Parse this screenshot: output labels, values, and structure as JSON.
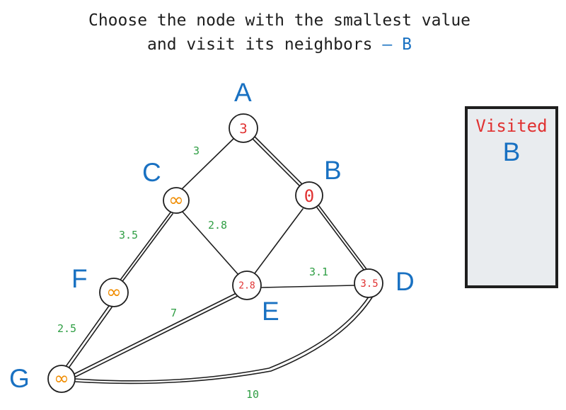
{
  "title": {
    "line1": "Choose the node with the smallest value",
    "line2": "and visit its neighbors",
    "dash": "–",
    "current": "B"
  },
  "visited": {
    "label": "Visited",
    "items": [
      "B"
    ]
  },
  "nodes": {
    "A": {
      "name": "A",
      "value": "3",
      "color": "#e03131"
    },
    "B": {
      "name": "B",
      "value": "0",
      "color": "#e03131"
    },
    "C": {
      "name": "C",
      "value": "∞",
      "color": "#f08c00"
    },
    "D": {
      "name": "D",
      "value": "3.5",
      "color": "#e03131"
    },
    "E": {
      "name": "E",
      "value": "2.8",
      "color": "#e03131"
    },
    "F": {
      "name": "F",
      "value": "∞",
      "color": "#f08c00"
    },
    "G": {
      "name": "G",
      "value": "∞",
      "color": "#f08c00"
    }
  },
  "edges": [
    {
      "from": "A",
      "to": "C",
      "weight": "3"
    },
    {
      "from": "A",
      "to": "B",
      "weight": ""
    },
    {
      "from": "C",
      "to": "E",
      "weight": "2.8"
    },
    {
      "from": "C",
      "to": "F",
      "weight": "3.5"
    },
    {
      "from": "B",
      "to": "E",
      "weight": ""
    },
    {
      "from": "B",
      "to": "D",
      "weight": ""
    },
    {
      "from": "E",
      "to": "D",
      "weight": "3.1"
    },
    {
      "from": "F",
      "to": "G",
      "weight": "2.5"
    },
    {
      "from": "E",
      "to": "G",
      "weight": "7"
    },
    {
      "from": "D",
      "to": "G",
      "weight": "10"
    }
  ],
  "colors": {
    "node_name": "#1971c2",
    "weight": "#2f9e44",
    "stroke": "#1e1e1e",
    "visited_bg": "#e9ecef"
  }
}
